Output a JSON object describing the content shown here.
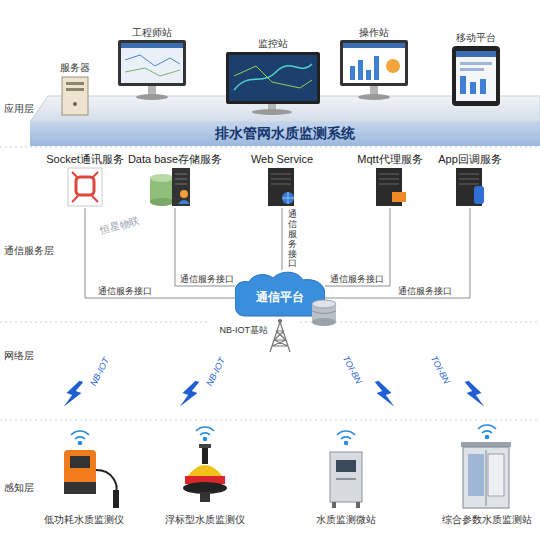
{
  "diagram": {
    "nodes": [
      {
        "text": [
          "排水管网水质监测系统"
        ]
      },
      {
        "text": [
          "Socket通讯服务"
        ]
      },
      {
        "text": [
          "Data base存储服务"
        ]
      },
      {
        "text": [
          "Web Service"
        ]
      },
      {
        "text": [
          "Mqtt代理服务"
        ]
      },
      {
        "text": [
          "App回调服务"
        ]
      },
      {
        "text": [
          "通信平台"
        ]
      }
    ],
    "edges": [
      {
        "from": 1,
        "to": 6,
        "arrow": "none",
        "label": "通信服务接口"
      },
      {
        "from": 2,
        "to": 6,
        "arrow": "none",
        "label": "通信服务接口"
      },
      {
        "from": 3,
        "to": 6,
        "arrow": "none",
        "label": "通信服务接口"
      },
      {
        "from": 4,
        "to": 6,
        "arrow": "none",
        "label": "通信服务接口"
      },
      {
        "from": 5,
        "to": 6,
        "arrow": "none",
        "label": "通信服务接口"
      }
    ],
    "labels": [
      "应用层",
      "服务器",
      "工程师站",
      "监控站",
      "操作站",
      "移动平台",
      "通信服务层",
      "网络层",
      "NB-IOT基站",
      "NB-IOT",
      "NB-IOT",
      "TOI-BN",
      "TOI-BN",
      "感知层",
      "低功耗水质监测仪",
      "浮标型水质监测仪",
      "水质监测微站",
      "综合参数水质监测站",
      "恒星物联"
    ]
  }
}
